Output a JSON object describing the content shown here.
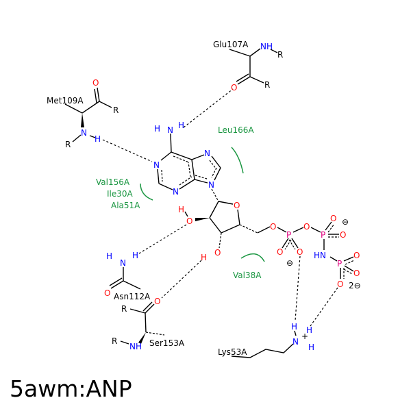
{
  "title": "5awm:ANP",
  "residues": {
    "glu107": "Glu107A",
    "met109": "Met109A",
    "leu166": "Leu166A",
    "val156": "Val156A",
    "ile30": "Ile30A",
    "ala51": "Ala51A",
    "val38": "Val38A",
    "asn112": "Asn112A",
    "ser153": "Ser153A",
    "lys53": "Lys53A"
  },
  "atoms": {
    "N": "N",
    "O": "O",
    "H": "H",
    "P": "P",
    "R": "R",
    "NH": "NH",
    "HN": "HN",
    "Nplus": "N",
    "plus": "+",
    "minus": "⊖",
    "charge2": "2⊖"
  },
  "colors": {
    "nitrogen": "#0000ff",
    "oxygen": "#ff0d0d",
    "phosphorus": "#e0007f",
    "hydrophobic": "#1a9641"
  }
}
